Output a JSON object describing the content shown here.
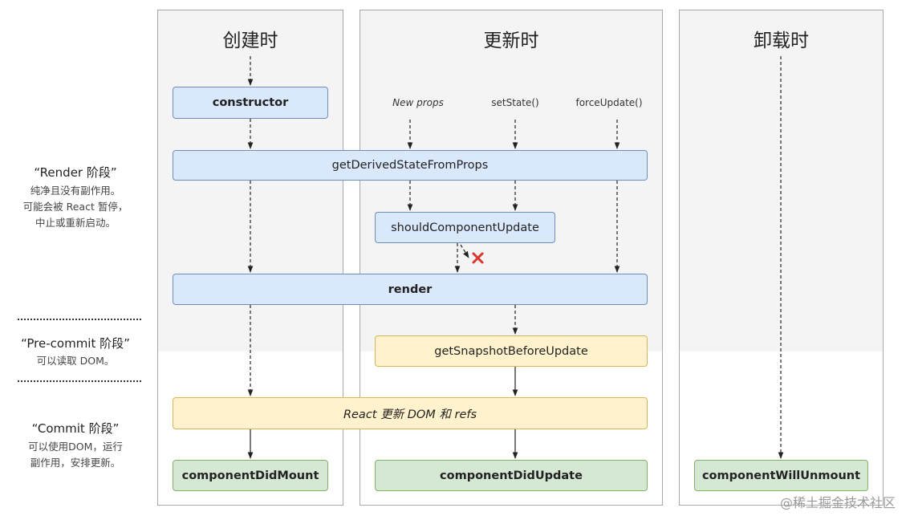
{
  "columns": {
    "mount": {
      "title": "创建时"
    },
    "update": {
      "title": "更新时"
    },
    "unmount": {
      "title": "卸载时"
    }
  },
  "triggers": {
    "new_props": "New props",
    "set_state": "setState()",
    "force_update": "forceUpdate()"
  },
  "boxes": {
    "constructor": "constructor",
    "get_derived_state": "getDerivedStateFromProps",
    "should_update": "shouldComponentUpdate",
    "render": "render",
    "get_snapshot": "getSnapshotBeforeUpdate",
    "react_updates": "React 更新 DOM 和 refs",
    "did_mount": "componentDidMount",
    "did_update": "componentDidUpdate",
    "will_unmount": "componentWillUnmount"
  },
  "phases": {
    "render": {
      "title": "“Render 阶段”",
      "desc_lines": [
        "纯净且没有副作用。",
        "可能会被 React 暂停，",
        "中止或重新启动。"
      ]
    },
    "pre_commit": {
      "title": "“Pre-commit 阶段”",
      "desc_lines": [
        "可以读取 DOM。"
      ]
    },
    "commit": {
      "title": "“Commit 阶段”",
      "desc_lines": [
        "可以使用DOM，运行",
        "副作用，安排更新。"
      ]
    }
  },
  "watermark": "@稀土掘金技术社区",
  "colors": {
    "blue_fill": "#dae8fc",
    "yellow_fill": "#fff2cc",
    "green_fill": "#d5e8d4",
    "cancel_mark": "#d9352b"
  }
}
